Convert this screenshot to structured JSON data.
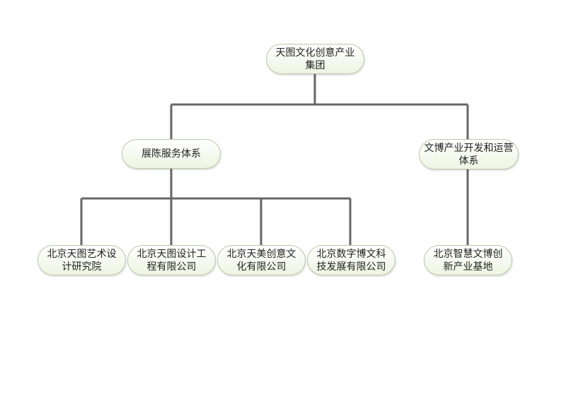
{
  "root": {
    "label": "天图文化创意产业集团"
  },
  "branches": [
    {
      "label": "展陈服务体系",
      "children": [
        {
          "label": "北京天图艺术设计研究院"
        },
        {
          "label": "北京天图设计工程有限公司"
        },
        {
          "label": "北京天美创意文化有限公司"
        },
        {
          "label": "北京数字博文科技发展有限公司"
        }
      ]
    },
    {
      "label": "文博产业开发和运营体系",
      "children": [
        {
          "label": "北京智慧文博创新产业基地"
        }
      ]
    }
  ],
  "colors": {
    "line": "#666666",
    "node_border": "#b9c7a8",
    "node_fill": "#eef4e2"
  }
}
